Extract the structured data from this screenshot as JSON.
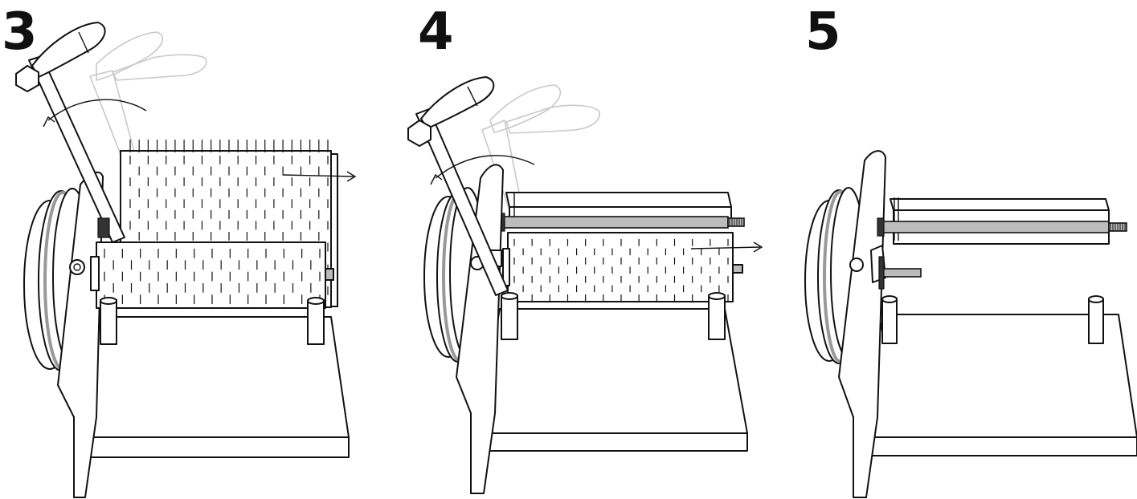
{
  "steps": [
    {
      "number": "3"
    },
    {
      "number": "4"
    },
    {
      "number": "5"
    }
  ],
  "colors": {
    "line": "#111111",
    "ghost": "#c8c8c8",
    "rod": "#bcbcbc",
    "background": "#ffffff"
  },
  "icons": [
    "crank-handle-icon",
    "rotation-arrow-icon",
    "pull-arrow-icon"
  ]
}
